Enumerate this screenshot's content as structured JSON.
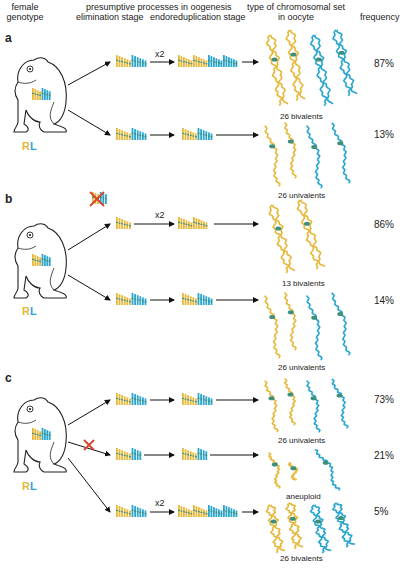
{
  "diagram": {
    "labels": [
      "female genotype",
      "presumptive processes in oogenesis",
      "elimination stage",
      "endoreduplication stage",
      "type of chromosomal set in oocyte",
      "frequency",
      "a",
      "R",
      "L",
      "x2",
      "26 bivalents",
      "87%",
      "26 univalents",
      "13%",
      "b",
      "R",
      "L",
      "x2",
      "13 bivalents",
      "86%",
      "26 univalents",
      "14%",
      "c",
      "R",
      "L",
      "26 univalents",
      "73%",
      "aneuploid",
      "21%",
      "x2",
      "26 bivalents",
      "5%"
    ]
  }
}
